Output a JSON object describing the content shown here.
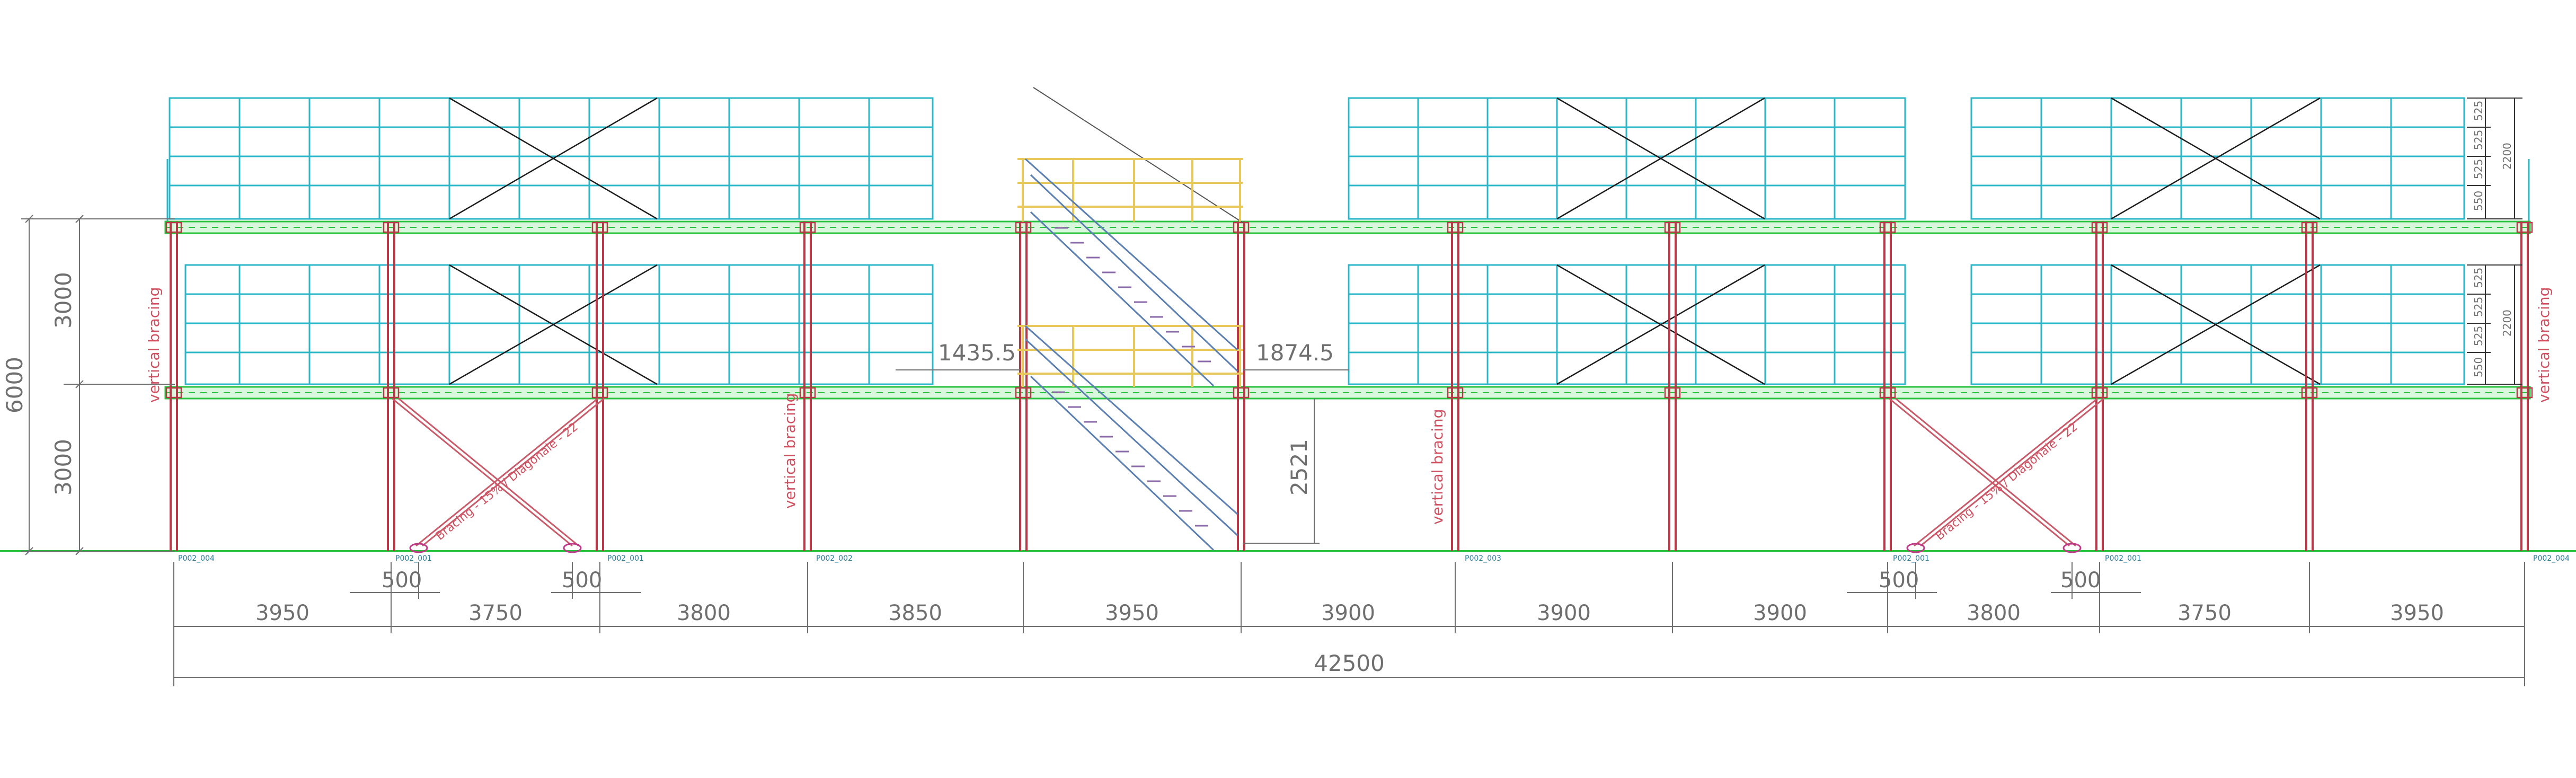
{
  "colors": {
    "rack_blue": "#29b7c9",
    "cross_black": "#1c1c1c",
    "column_red": "#b83848",
    "beam_green": "#29c23f",
    "railing_yellow": "#e8c85a",
    "stair_blue": "#5a7fb0",
    "dim_gray": "#6f6f6f",
    "label_red": "#d05060",
    "tag_blue": "#2a7fa0"
  },
  "labels": {
    "vertical_bracing": "vertical bracing",
    "diagonal_brace": "Bracing - 15% / Diagonale - 22"
  },
  "dimensions": {
    "height_total": "6000",
    "height_upper": "3000",
    "height_lower": "3000",
    "stair_left_offset": "1435.5",
    "stair_right_offset": "1874.5",
    "stair_height": "2521",
    "overall_length": "42500",
    "bays": [
      "3950",
      "3750",
      "3800",
      "3850",
      "3950",
      "3900",
      "3900",
      "3900",
      "3800",
      "3750",
      "3950"
    ],
    "brace_offsets": [
      "500",
      "500",
      "500",
      "500"
    ],
    "shelf_levels": [
      "525",
      "525",
      "525",
      "550"
    ],
    "rack_height": "2200"
  },
  "column_tags": [
    "P002_004",
    "P002_001",
    "P002_001",
    "P002_002",
    "P002_003",
    "P002_001",
    "P002_001",
    "P002_004"
  ]
}
